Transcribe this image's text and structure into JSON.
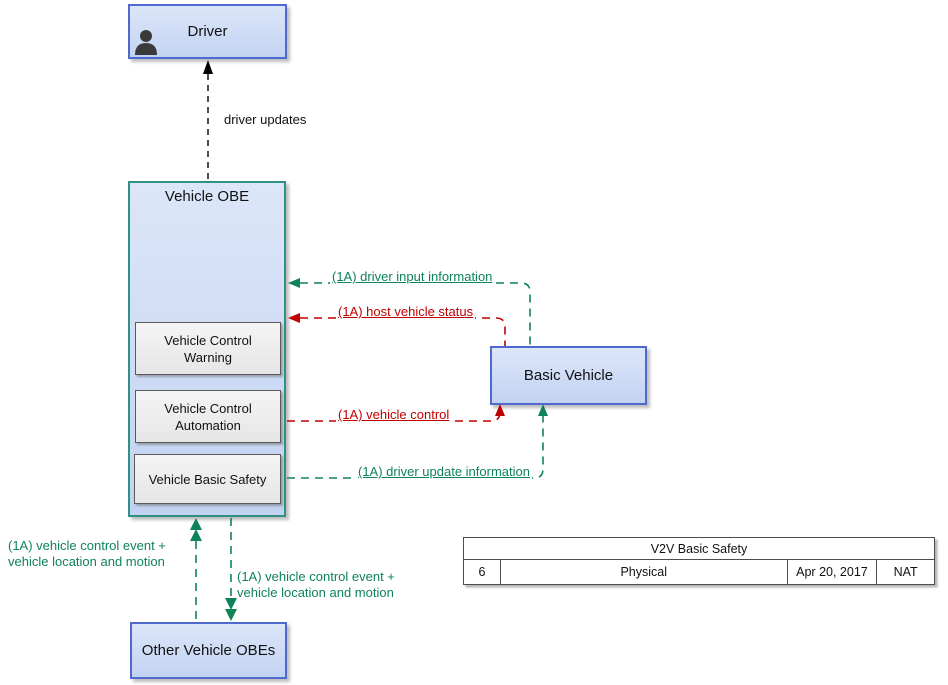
{
  "colors": {
    "green": "#0e8357",
    "red": "#c00000",
    "nodeBorder": "#5069cf",
    "obeBorder": "#2e9183",
    "nodeFillTop": "#dce6f9",
    "nodeFillBottom": "#c2d3f2",
    "subFillTop": "#f4f4f4",
    "subFillBottom": "#e6e6e6",
    "subBorder": "#5a5a5a",
    "tableBorder": "#4d4d4d"
  },
  "nodes": {
    "driver": {
      "label": "Driver"
    },
    "vehicle_obe": {
      "label": "Vehicle OBE"
    },
    "vehicle_control_warning": {
      "label": "Vehicle Control\nWarning"
    },
    "vehicle_control_automation": {
      "label": "Vehicle Control\nAutomation"
    },
    "vehicle_basic_safety": {
      "label": "Vehicle Basic Safety"
    },
    "basic_vehicle": {
      "label": "Basic Vehicle"
    },
    "other_vehicle_obes": {
      "label": "Other Vehicle OBEs"
    }
  },
  "icons": {
    "driver": "person-silhouette-icon"
  },
  "flows": {
    "driver_updates": {
      "label": "driver updates"
    },
    "driver_input": {
      "label": "(1A) driver input information"
    },
    "host_vehicle_status": {
      "label": "(1A) host vehicle status"
    },
    "vehicle_control": {
      "label": "(1A) vehicle control"
    },
    "driver_update_information": {
      "label": "(1A) driver update information"
    },
    "v2v_left": {
      "label": "(1A) vehicle control event +\nvehicle location and motion"
    },
    "v2v_right": {
      "label": "(1A) vehicle control event +\nvehicle location and motion"
    }
  },
  "table": {
    "title": "V2V Basic Safety",
    "row": [
      "6",
      "Physical",
      "Apr 20, 2017",
      "NAT"
    ]
  }
}
